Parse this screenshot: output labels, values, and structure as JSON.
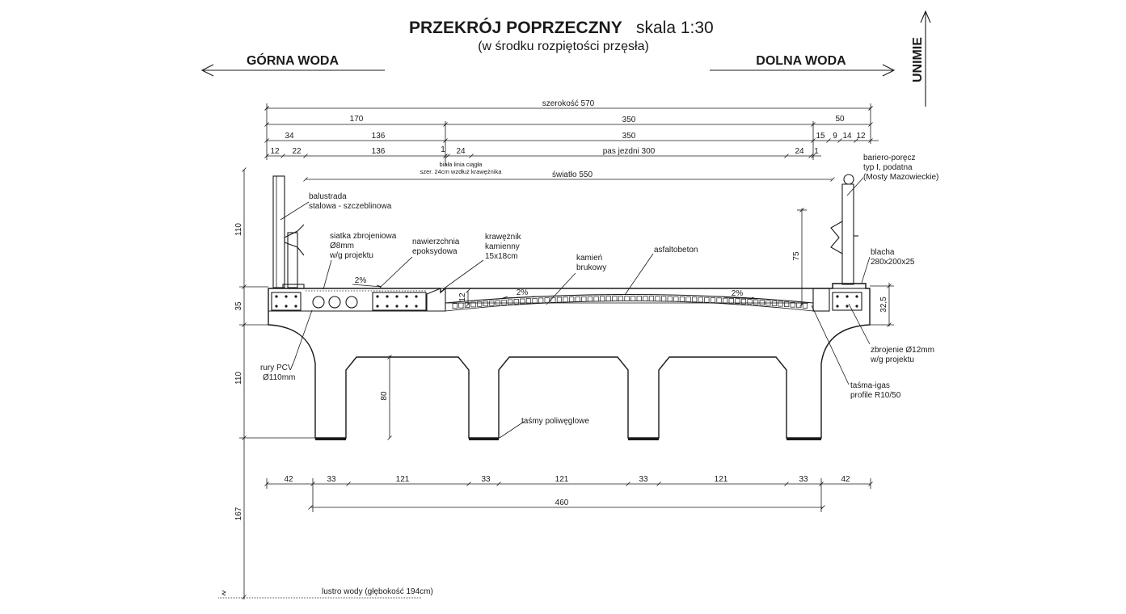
{
  "title": {
    "main": "PRZEKRÓJ POPRZECZNY",
    "scale": "skala 1:30",
    "subtitle": "(w środku rozpiętości przęsła)"
  },
  "flow": {
    "upstream": "GÓRNA WODA",
    "downstream": "DOLNA WODA",
    "river": "UNIMIE"
  },
  "dims_top": {
    "width_total": "szerokość 570",
    "row2": [
      "170",
      "350",
      "50"
    ],
    "row3": [
      "34",
      "136",
      "350",
      "15",
      "9",
      "14",
      "12"
    ],
    "row4": [
      "12",
      "22",
      "136",
      "1",
      "24",
      "pas jezdni 300",
      "24",
      "1"
    ],
    "white_line_1": "biała linia ciągła",
    "white_line_2": "szer. 24cm wzdłuż krawężnika",
    "clear_width": "światło 550"
  },
  "dims_left": {
    "h1": "110",
    "h2": "35",
    "h3": "110",
    "h4": "167"
  },
  "dims_misc": {
    "curb_height": "12",
    "barrier_height": "75",
    "beam_height": "80",
    "plate_height": "32,5"
  },
  "dims_bottom": {
    "row1": [
      "42",
      "33",
      "121",
      "33",
      "121",
      "33",
      "121",
      "33",
      "42"
    ],
    "row2": "460"
  },
  "slopes": [
    "2%",
    "2%",
    "2%"
  ],
  "labels": {
    "railing_1": "balustrada",
    "railing_2": "stalowa - szczeblinowa",
    "mesh_1": "siatka zbrojeniowa",
    "mesh_2": "Ø8mm",
    "mesh_3": "w/g projektu",
    "epoxy_1": "nawierzchnia",
    "epoxy_2": "epoksydowa",
    "curb_1": "krawężnik",
    "curb_2": "kamienny",
    "curb_3": "15x18cm",
    "paver_1": "kamień",
    "paver_2": "brukowy",
    "asphalt": "asfaltobeton",
    "barrier_1": "bariero-poręcz",
    "barrier_2": "typ I, podatna",
    "barrier_3": "(Mosty Mazowieckie)",
    "plate_1": "blacha",
    "plate_2": "280x200x25",
    "rebar_1": "zbrojenie Ø12mm",
    "rebar_2": "w/g projektu",
    "tape_1": "taśma-igas",
    "tape_2": "profile R10/50",
    "pvc_1": "rury PCV",
    "pvc_2": "Ø110mm",
    "polycarb": "taśmy poliwęglowe",
    "water_level": "lustro wody (głębokość 194cm)"
  }
}
